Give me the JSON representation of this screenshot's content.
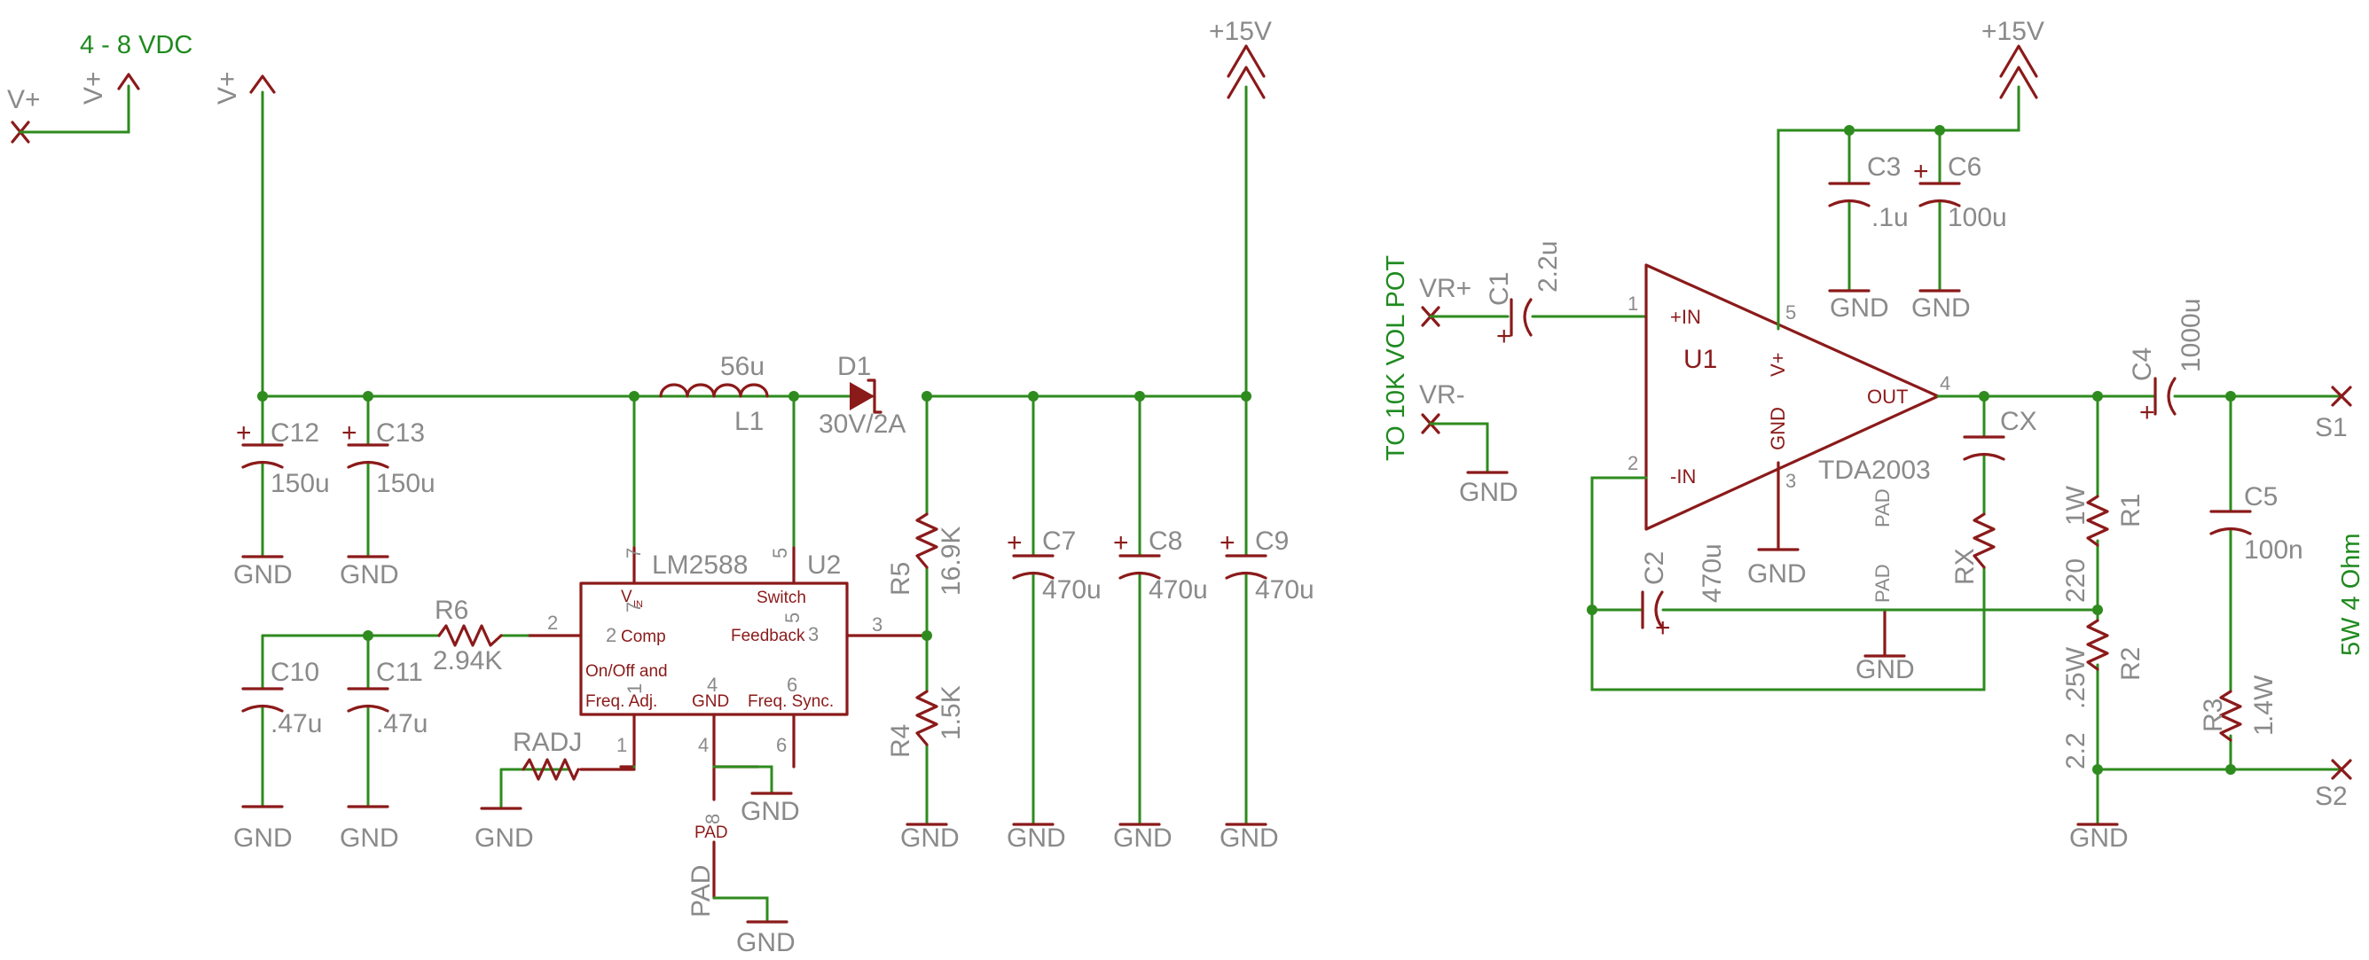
{
  "supply": {
    "v_plus": "V+",
    "input_range": "4 - 8 VDC",
    "rail": "+15V"
  },
  "gnd": "GND",
  "pad": "PAD",
  "regulator": {
    "part": "LM2588",
    "ref": "U2",
    "pins": {
      "vin": "V",
      "vin_sub": "IN",
      "comp": "Comp",
      "on_off": "On/Off and",
      "freq_adj": "Freq. Adj.",
      "switch": "Switch",
      "feedback": "Feedback",
      "gnd": "GND",
      "freq_sync": "Freq. Sync."
    },
    "pin_numbers": {
      "p1": "1",
      "p2": "2",
      "p3": "3",
      "p4": "4",
      "p5": "5",
      "p6": "6",
      "p7": "7",
      "p8": "8"
    }
  },
  "parts": {
    "C12": {
      "ref": "C12",
      "value": "150u"
    },
    "C13": {
      "ref": "C13",
      "value": "150u"
    },
    "L1": {
      "ref": "L1",
      "value": "56u"
    },
    "D1": {
      "ref": "D1",
      "value": "30V/2A"
    },
    "R5": {
      "ref": "R5",
      "value": "16.9K"
    },
    "R4": {
      "ref": "R4",
      "value": "1.5K"
    },
    "R6": {
      "ref": "R6",
      "value": "2.94K"
    },
    "RADJ": {
      "ref": "RADJ"
    },
    "C10": {
      "ref": "C10",
      "value": ".47u"
    },
    "C11": {
      "ref": "C11",
      "value": ".47u"
    },
    "C7": {
      "ref": "C7",
      "value": "470u"
    },
    "C8": {
      "ref": "C8",
      "value": "470u"
    },
    "C9": {
      "ref": "C9",
      "value": "470u"
    },
    "C1": {
      "ref": "C1",
      "value": "2.2u"
    },
    "C2": {
      "ref": "C2",
      "value": "470u"
    },
    "C3": {
      "ref": "C3",
      "value": ".1u"
    },
    "C6": {
      "ref": "C6",
      "value": "100u"
    },
    "C4": {
      "ref": "C4",
      "value": "1000u"
    },
    "C5": {
      "ref": "C5",
      "value": "100n"
    },
    "CX": {
      "ref": "CX"
    },
    "RX": {
      "ref": "RX"
    },
    "R1": {
      "ref": "R1",
      "value": "220",
      "power": "1W"
    },
    "R2": {
      "ref": "R2",
      "value": "2.2",
      "power": ".25W"
    },
    "R3": {
      "ref": "R3",
      "value": "1",
      "power": ".4W"
    }
  },
  "amplifier": {
    "part": "TDA2003",
    "ref": "U1",
    "pins": {
      "in_plus": "+IN",
      "in_minus": "-IN",
      "out": "OUT",
      "vplus": "V+",
      "gnd": "GND"
    },
    "pin_numbers": {
      "p1": "1",
      "p2": "2",
      "p3": "3",
      "p4": "4",
      "p5": "5"
    }
  },
  "nets": {
    "vr_plus": "VR+",
    "vr_minus": "VR-",
    "s1": "S1",
    "s2": "S2"
  },
  "notes": {
    "pot": "TO 10K VOL POT",
    "speaker": "5W 4 Ohm"
  },
  "colors": {
    "wire": "#2e8b1e",
    "part": "#8b1a1a",
    "text_gray": "#8a8a8a",
    "note_green": "#1f8a1f"
  }
}
